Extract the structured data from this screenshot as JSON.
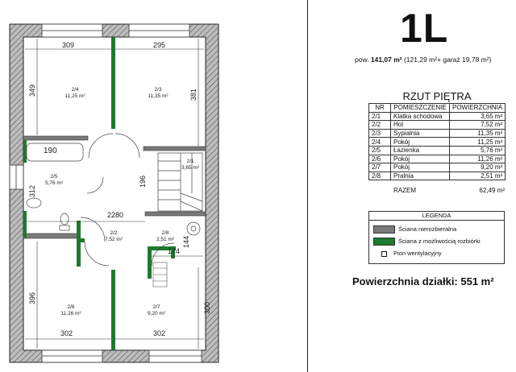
{
  "unit": "1L",
  "area_line": {
    "prefix": "pow. ",
    "total": "141,07 m²",
    "rest": " (121,29 m²+ garaż  19,78 m²)"
  },
  "floor_title": "RZUT PIĘTRA",
  "table": {
    "headers": [
      "NR",
      "POMIESZCZENIE",
      "POWIERZCHNIA"
    ],
    "rows": [
      {
        "nr": "2/1",
        "name": "Klatka schodowa",
        "area": "3,65 m²"
      },
      {
        "nr": "2/2",
        "name": "Hol",
        "area": "7,52 m²"
      },
      {
        "nr": "2/3",
        "name": "Sypialnia",
        "area": "11,35 m²"
      },
      {
        "nr": "2/4",
        "name": "Pokój",
        "area": "11,25 m²"
      },
      {
        "nr": "2/5",
        "name": "Łazienka",
        "area": "5,76 m²"
      },
      {
        "nr": "2/6",
        "name": "Pokój",
        "area": "11,26 m²"
      },
      {
        "nr": "2/7",
        "name": "Pokój",
        "area": "9,20 m²"
      },
      {
        "nr": "2/8",
        "name": "Pralnia",
        "area": "2,51 m²"
      }
    ],
    "total_label": "RAZEM",
    "total_value": "62,49 m²"
  },
  "legend": {
    "title": "LEGENDA",
    "items": [
      {
        "label": "Ściana nierozbieralna",
        "color": "#7a7a7a"
      },
      {
        "label": "Ściana z możliwością rozbiórki",
        "color": "#1d7a2e"
      },
      {
        "label": "Pion wentylacyjny"
      }
    ]
  },
  "plot_area": "Powierzchnia działki: 551 m²",
  "plan": {
    "dims": {
      "top_left": "309",
      "top_right": "295",
      "left_upper": "349",
      "right_upper": "381",
      "bath_width": "190",
      "bath_height": "312",
      "stair_height": "196",
      "hall_width": "2280",
      "laundry_width": "174",
      "laundry_small": "144",
      "left_lower": "396",
      "right_lower": "300",
      "bottom_left": "302",
      "bottom_right": "302"
    },
    "rooms": {
      "r24_num": "2/4",
      "r24_area": "11,25 m²",
      "r23_num": "2/3",
      "r23_area": "11,35 m²",
      "r25_num": "2/5",
      "r25_area": "5,76 m²",
      "r21_num": "2/1",
      "r21_area": "3,65 m²",
      "r22_num": "2/2",
      "r22_area": "7,52 m²",
      "r28_num": "2/8",
      "r28_area": "2,51 m²",
      "r26_num": "2/6",
      "r26_area": "11,26 m²",
      "r27_num": "2/7",
      "r27_area": "9,20 m²"
    }
  },
  "colors": {
    "structural": "#7a7a7a",
    "removable": "#1d7a2e"
  }
}
